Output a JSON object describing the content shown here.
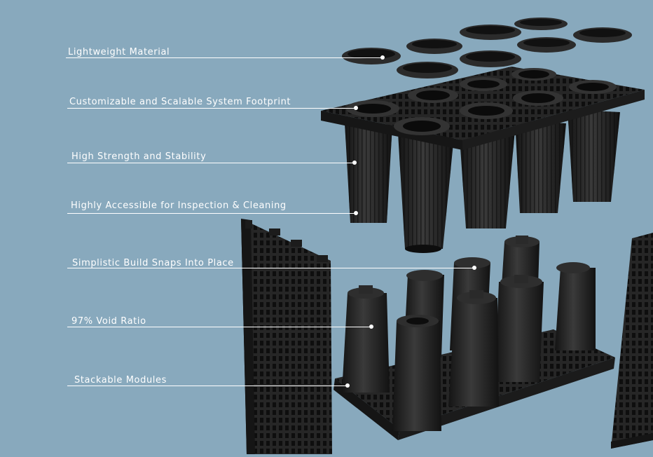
{
  "diagram": {
    "callouts": [
      {
        "label": "Lightweight Material"
      },
      {
        "label": "Customizable and Scalable System Footprint"
      },
      {
        "label": "High Strength and Stability"
      },
      {
        "label": "Highly Accessible for Inspection & Cleaning"
      },
      {
        "label": "Simplistic Build Snaps Into Place"
      },
      {
        "label": "97% Void Ratio"
      },
      {
        "label": "Stackable Modules"
      }
    ],
    "colors": {
      "background": "#88a9bd",
      "product": "#1e1e1e",
      "label_text": "#ffffff"
    }
  }
}
